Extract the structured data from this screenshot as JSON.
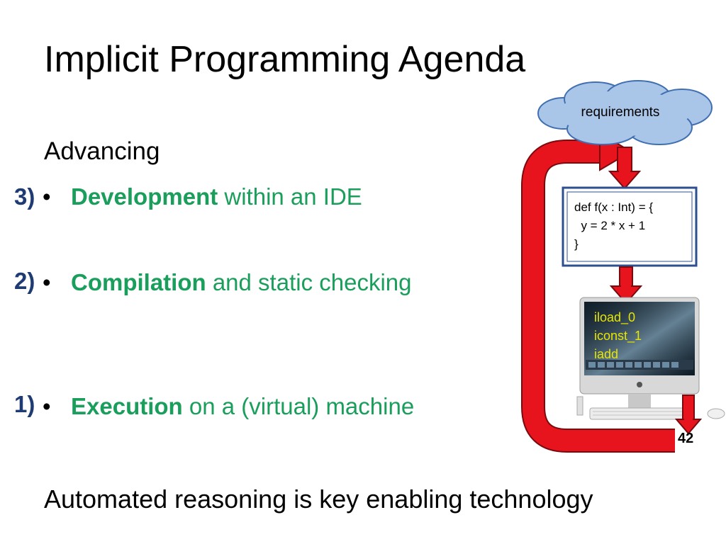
{
  "slide": {
    "title": "Implicit Programming Agenda",
    "subheading": "Advancing",
    "bullet_glyph": "•",
    "items": [
      {
        "step": "3)",
        "keyword": "Development",
        "rest": " within an IDE"
      },
      {
        "step": "2)",
        "keyword": "Compilation",
        "rest": " and static checking"
      },
      {
        "step": "1)",
        "keyword": "Execution",
        "rest": " on a (virtual) machine"
      }
    ],
    "footer": "Automated reasoning is key enabling technology"
  },
  "diagram": {
    "cloud_label": "requirements",
    "code_lines": [
      "def f(x : Int) = {",
      "  y = 2 * x + 1",
      "}"
    ],
    "bytecode": [
      "iload_0",
      "iconst_1",
      "iadd"
    ],
    "result": "42",
    "colors": {
      "arrow": "#e8141d",
      "cloud": "#a9c5e8",
      "cloud_border": "#3f6fb1",
      "code_border": "#2e4f8f",
      "keyword_green": "#1a9e5b",
      "step_blue": "#1f3b74"
    },
    "icons": [
      "cloud-shape",
      "down-arrow",
      "computer-monitor",
      "keyboard",
      "mouse"
    ]
  }
}
